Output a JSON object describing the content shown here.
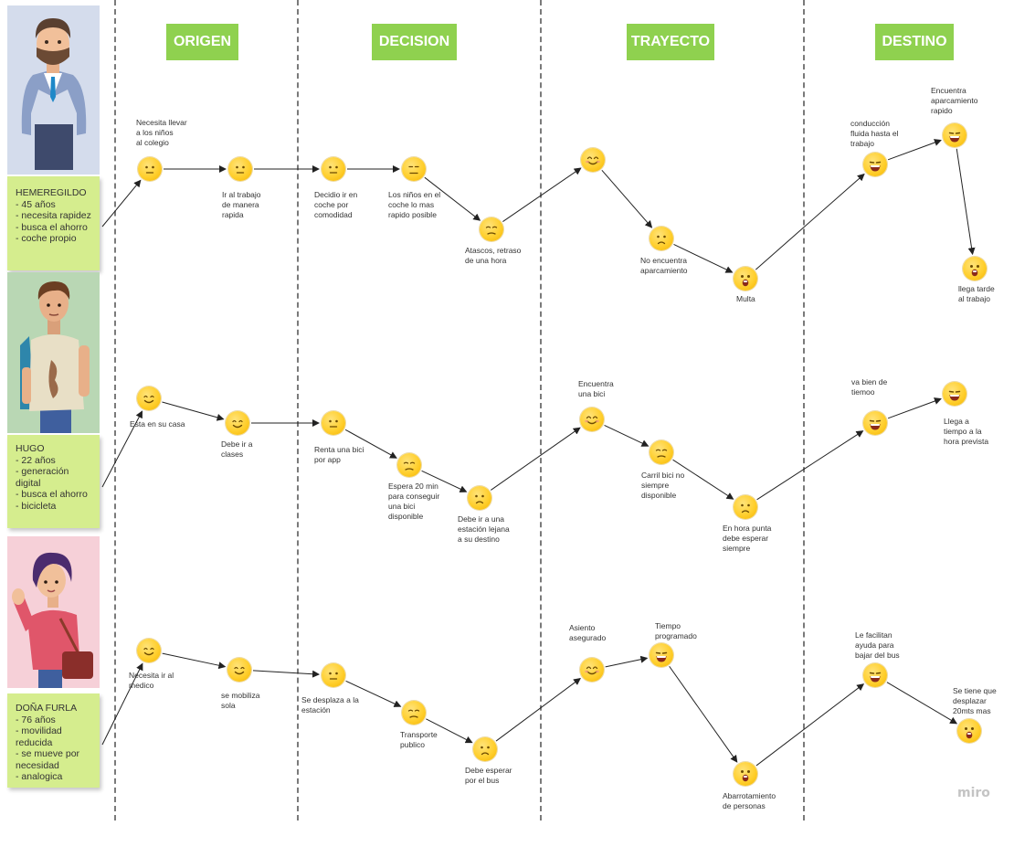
{
  "phases": [
    "ORIGEN",
    "DECISION",
    "TRAYECTO",
    "DESTINO"
  ],
  "personas": [
    {
      "name": "HEMEREGILDO",
      "lines": [
        "- 45 años",
        "- necesita rapidez",
        "- busca el ahorro",
        "- coche propio"
      ]
    },
    {
      "name": "HUGO",
      "lines": [
        "- 22 años",
        "- generación",
        "digital",
        "- busca el ahorro",
        "- bicicleta"
      ]
    },
    {
      "name": "DOÑA FURLA",
      "lines": [
        "- 76 años",
        "- movilidad reducida",
        "- se mueve por",
        "necesidad",
        "- analogica"
      ]
    }
  ],
  "journeys": [
    {
      "nodes": [
        {
          "label": "Necesita llevar\na los niños\nal colegio",
          "mood": "neutral"
        },
        {
          "label": "Ir al trabajo\nde manera\nrapida",
          "mood": "neutral"
        },
        {
          "label": "Decidio ir en\ncoche por\ncomodidad",
          "mood": "neutral"
        },
        {
          "label": "Los niños en el\ncoche lo mas\nrapido posible",
          "mood": "flat"
        },
        {
          "label": "Atascos, retraso\nde una hora",
          "mood": "annoyed"
        },
        {
          "label": "",
          "mood": "happy"
        },
        {
          "label": "No encuentra\naparcamiento",
          "mood": "sad"
        },
        {
          "label": "Multa",
          "mood": "shock"
        },
        {
          "label": "conducción\nfluida hasta el\ntrabajo",
          "mood": "grin"
        },
        {
          "label": "Encuentra\naparcamiento\nrapido",
          "mood": "grin"
        },
        {
          "label": "llega tarde\nal trabajo",
          "mood": "shock"
        }
      ]
    },
    {
      "nodes": [
        {
          "label": "Esta en su casa",
          "mood": "smile"
        },
        {
          "label": "Debe ir a\nclases",
          "mood": "smile"
        },
        {
          "label": "Renta una bici\npor app",
          "mood": "neutral"
        },
        {
          "label": "Espera 20 min\npara conseguir\nuna bici\ndisponible",
          "mood": "annoyed"
        },
        {
          "label": "Debe ir a una\nestación lejana\na su destino",
          "mood": "sad"
        },
        {
          "label": "Encuentra\nuna bici",
          "mood": "happy"
        },
        {
          "label": "Carril bici no\nsiempre\ndisponible",
          "mood": "annoyed"
        },
        {
          "label": "En hora punta\ndebe esperar\nsiempre",
          "mood": "sad"
        },
        {
          "label": "va bien de\ntiemoo",
          "mood": "grin"
        },
        {
          "label": "Llega a\ntiempo a la\nhora prevista",
          "mood": "grin"
        }
      ]
    },
    {
      "nodes": [
        {
          "label": "Necesita ir al\nmedico",
          "mood": "smile"
        },
        {
          "label": "se mobiliza\nsola",
          "mood": "smile"
        },
        {
          "label": "Se desplaza a la\nestación",
          "mood": "neutral"
        },
        {
          "label": "Transporte\npublico",
          "mood": "annoyed"
        },
        {
          "label": "Debe esperar\npor el bus",
          "mood": "sad"
        },
        {
          "label": "Asiento\nasegurado",
          "mood": "happy"
        },
        {
          "label": "Tiempo\nprogramado",
          "mood": "grin"
        },
        {
          "label": "Abarrotamiento\nde personas",
          "mood": "shock"
        },
        {
          "label": "Le facilitan\nayuda para\nbajar del bus",
          "mood": "grin"
        },
        {
          "label": "Se tiene que\ndesplazar\n20mts mas",
          "mood": "shock"
        }
      ]
    }
  ],
  "watermark": "miro",
  "colors": {
    "phase": "#8fd14f",
    "note": "#d5ed8e",
    "emoji": "#ffcf2e",
    "divider": "#7a7a7a"
  }
}
